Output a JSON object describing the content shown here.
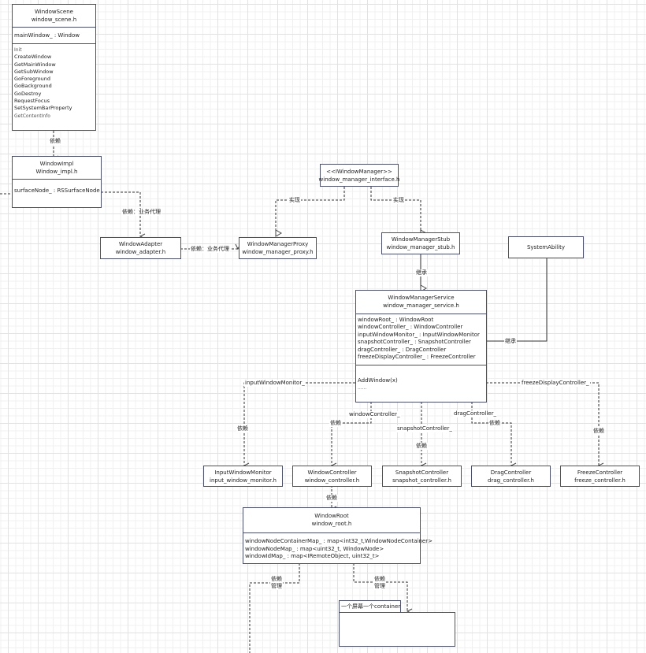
{
  "classes": {
    "window_scene": {
      "name": "WindowScene",
      "file": "window_scene.h",
      "attributes": [
        "mainWindow_ :   Window"
      ],
      "methods": [
        "Init",
        "CreateWindow",
        "GetMainWindow",
        "GetSubWindow",
        "GoForeground",
        "GoBackground",
        "GoDestroy",
        "RequestFocus",
        "SetSystemBarProperty",
        "GetContentInfo"
      ]
    },
    "window_impl": {
      "name": "WindowImpl",
      "file": "Window_impl.h",
      "attributes": [
        "surfaceNode_  :  RSSurfaceNode"
      ]
    },
    "window_adapter": {
      "name": "WindowAdapter",
      "file": "window_adapter.h"
    },
    "window_manager_proxy": {
      "name": "WindowManagerProxy",
      "file": "window_manager_proxy.h"
    },
    "iwindow_manager": {
      "name": "<<IWindowManager>>",
      "file": "window_manager_interface.h"
    },
    "window_manager_stub": {
      "name": "WindowManagerStub",
      "file": "window_manager_stub.h"
    },
    "system_ability": {
      "name": "SystemAbility"
    },
    "window_manager_service": {
      "name": "WindowManagerService",
      "file": "window_manager_service.h",
      "attributes": [
        "windowRoot_ : WindowRoot",
        "windowController_ : WindowController",
        "inputWindowMonitor_ : InputWindowMonitor",
        "snapshotController_ : SnapshotController",
        "dragController_ : DragController",
        "freezeDisplayController_ : FreezeController"
      ],
      "methods": [
        "AddWindow(x)",
        "......"
      ]
    },
    "input_window_monitor": {
      "name": "InputWindowMonitor",
      "file": "input_window_monitor.h"
    },
    "window_controller": {
      "name": "WindowController",
      "file": "window_controller.h"
    },
    "snapshot_controller": {
      "name": "SnapshotController",
      "file": "snapshot_controller.h"
    },
    "drag_controller": {
      "name": "DragController",
      "file": "drag_controller.h"
    },
    "freeze_controller": {
      "name": "FreezeController",
      "file": "freeze_controller.h"
    },
    "window_root": {
      "name": "WindowRoot",
      "file": "window_root.h",
      "attributes": [
        "windowNodeContainerMap_  :  map<int32_t,WindowNodeContainer>",
        "windowNodeMap_  :  map<uint32_t, WindowNode>",
        "windowIdMap_  :  map<IRemoteObject, uint32_t>"
      ]
    }
  },
  "container_note": {
    "tab_label": "一个屏幕一个container"
  },
  "relations": {
    "depend": "依赖",
    "depend_proxy": "依赖：业务代理",
    "implement": "实现",
    "inherit": "继承",
    "manage": "管理",
    "input_window_monitor_member": "inputWindowMonitor_",
    "window_controller_member": "windowController_",
    "snapshot_controller_member": "snapshotController_",
    "drag_controller_member": "dragController_",
    "freeze_display_controller_member": "freezeDisplayController_"
  }
}
